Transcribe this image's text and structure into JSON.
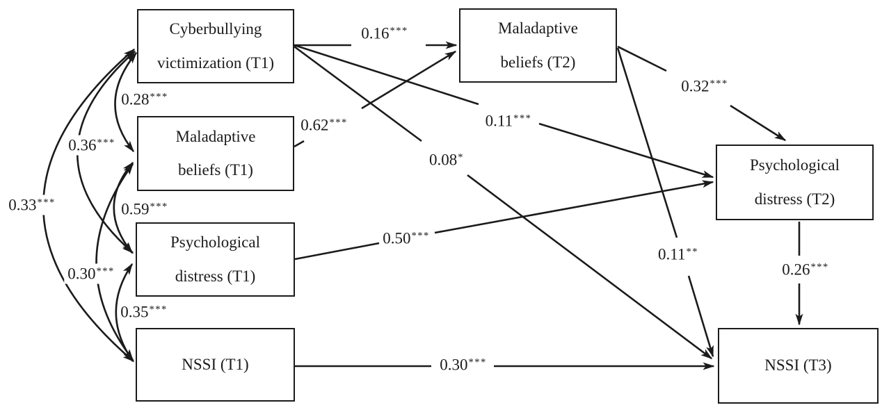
{
  "figure": {
    "type": "structural-equation-path-diagram",
    "nodes": [
      {
        "id": "cv_t1",
        "lines": [
          "Cyberbullying",
          "victimization (T1)"
        ]
      },
      {
        "id": "mb_t1",
        "lines": [
          "Maladaptive",
          "beliefs (T1)"
        ]
      },
      {
        "id": "pd_t1",
        "lines": [
          "Psychological",
          "distress (T1)"
        ]
      },
      {
        "id": "nssi_t1",
        "lines": [
          "NSSI (T1)"
        ]
      },
      {
        "id": "mb_t2",
        "lines": [
          "Maladaptive",
          "beliefs (T2)"
        ]
      },
      {
        "id": "pd_t2",
        "lines": [
          "Psychological",
          "distress (T2)"
        ]
      },
      {
        "id": "nssi_t3",
        "lines": [
          "NSSI (T3)"
        ]
      }
    ],
    "paths": [
      {
        "from": "Cyberbullying victimization (T1)",
        "to": "Maladaptive beliefs (T2)",
        "value": "0.16",
        "stars": "***"
      },
      {
        "from": "Maladaptive beliefs (T1)",
        "to": "Maladaptive beliefs (T2)",
        "value": "0.62",
        "stars": "***"
      },
      {
        "from": "Cyberbullying victimization (T1)",
        "to": "Psychological distress (T2)",
        "value": "0.11",
        "stars": "***"
      },
      {
        "from": "Cyberbullying victimization (T1)",
        "to": "NSSI (T3)",
        "value": "0.08",
        "stars": "*"
      },
      {
        "from": "Psychological distress (T1)",
        "to": "Psychological distress (T2)",
        "value": "0.50",
        "stars": "***"
      },
      {
        "from": "Maladaptive beliefs (T2)",
        "to": "Psychological distress (T2)",
        "value": "0.32",
        "stars": "***"
      },
      {
        "from": "Maladaptive beliefs (T2)",
        "to": "NSSI (T3)",
        "value": "0.11",
        "stars": "**"
      },
      {
        "from": "Psychological distress (T2)",
        "to": "NSSI (T3)",
        "value": "0.26",
        "stars": "***"
      },
      {
        "from": "NSSI (T1)",
        "to": "NSSI (T3)",
        "value": "0.30",
        "stars": "***"
      }
    ],
    "covariances": [
      {
        "between": [
          "Cyberbullying victimization (T1)",
          "Maladaptive beliefs (T1)"
        ],
        "value": "0.28",
        "stars": "***"
      },
      {
        "between": [
          "Cyberbullying victimization (T1)",
          "Psychological distress (T1)"
        ],
        "value": "0.36",
        "stars": "***"
      },
      {
        "between": [
          "Cyberbullying victimization (T1)",
          "NSSI (T1)"
        ],
        "value": "0.33",
        "stars": "***"
      },
      {
        "between": [
          "Maladaptive beliefs (T1)",
          "Psychological distress (T1)"
        ],
        "value": "0.59",
        "stars": "***"
      },
      {
        "between": [
          "Maladaptive beliefs (T1)",
          "NSSI (T1)"
        ],
        "value": "0.30",
        "stars": "***"
      },
      {
        "between": [
          "Psychological distress (T1)",
          "NSSI (T1)"
        ],
        "value": "0.35",
        "stars": "***"
      }
    ]
  },
  "colors": {
    "ink": "#1b1b1b",
    "background": "#ffffff"
  }
}
